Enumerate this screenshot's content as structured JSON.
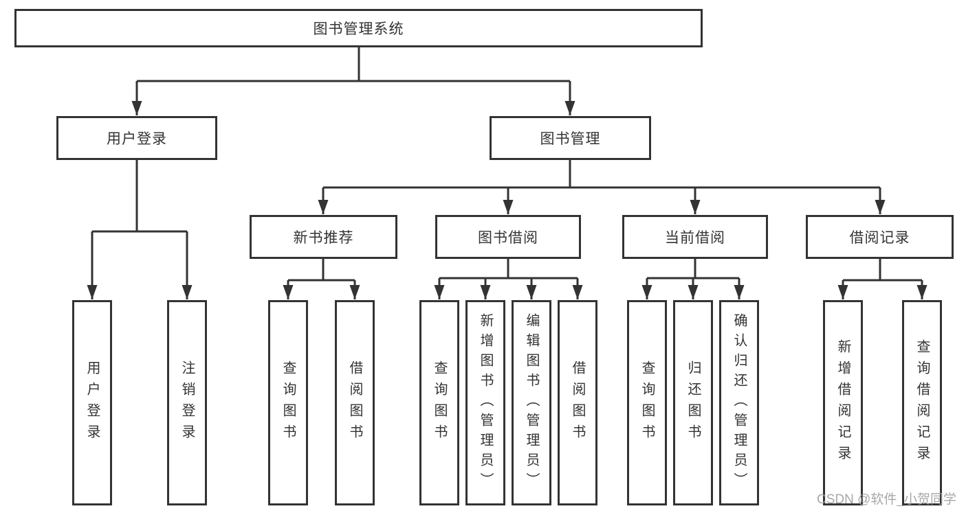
{
  "diagram": {
    "title": "图书管理系统",
    "root": {
      "label": "图书管理系统"
    },
    "level2": [
      {
        "id": "user-login",
        "label": "用户登录"
      },
      {
        "id": "book-management",
        "label": "图书管理"
      }
    ],
    "level3": [
      {
        "id": "new-book-recommend",
        "label": "新书推荐",
        "parent": "图书管理"
      },
      {
        "id": "book-borrow",
        "label": "图书借阅",
        "parent": "图书管理"
      },
      {
        "id": "current-borrow",
        "label": "当前借阅",
        "parent": "图书管理"
      },
      {
        "id": "borrow-records",
        "label": "借阅记录",
        "parent": "图书管理"
      }
    ],
    "leaves": [
      {
        "label": "用户登录",
        "parent": "用户登录"
      },
      {
        "label": "注销登录",
        "parent": "用户登录"
      },
      {
        "label": "查询图书",
        "parent": "新书推荐"
      },
      {
        "label": "借阅图书",
        "parent": "新书推荐"
      },
      {
        "label": "查询图书",
        "parent": "图书借阅"
      },
      {
        "label": "新增图书（管理员）",
        "parent": "图书借阅"
      },
      {
        "label": "编辑图书（管理员）",
        "parent": "图书借阅"
      },
      {
        "label": "借阅图书",
        "parent": "图书借阅"
      },
      {
        "label": "查询图书",
        "parent": "当前借阅"
      },
      {
        "label": "归还图书",
        "parent": "当前借阅"
      },
      {
        "label": "确认归还（管理员）",
        "parent": "当前借阅"
      },
      {
        "label": "新增借阅记录",
        "parent": "借阅记录"
      },
      {
        "label": "查询借阅记录",
        "parent": "借阅记录"
      }
    ]
  },
  "watermark": "CSDN @软件_小贺同学",
  "colors": {
    "line": "#333333",
    "text": "#333333",
    "box_background": "#ffffff",
    "watermark": "#9e9e9e",
    "background": "#ffffff"
  }
}
